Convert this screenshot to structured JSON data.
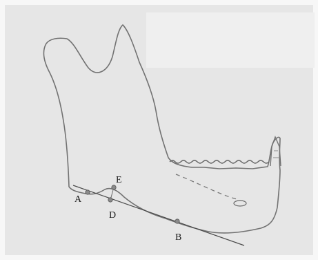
{
  "points": {
    "A": {
      "label": "A"
    },
    "B": {
      "label": "B"
    },
    "D": {
      "label": "D"
    },
    "E": {
      "label": "E"
    }
  },
  "colors": {
    "paper": "#e4e4e4",
    "paper_light": "#eeeeee",
    "outline": "#6e6e6e",
    "line": "#4a4a4a",
    "point": "#7a7a7a",
    "label": "#1a1a1a"
  }
}
